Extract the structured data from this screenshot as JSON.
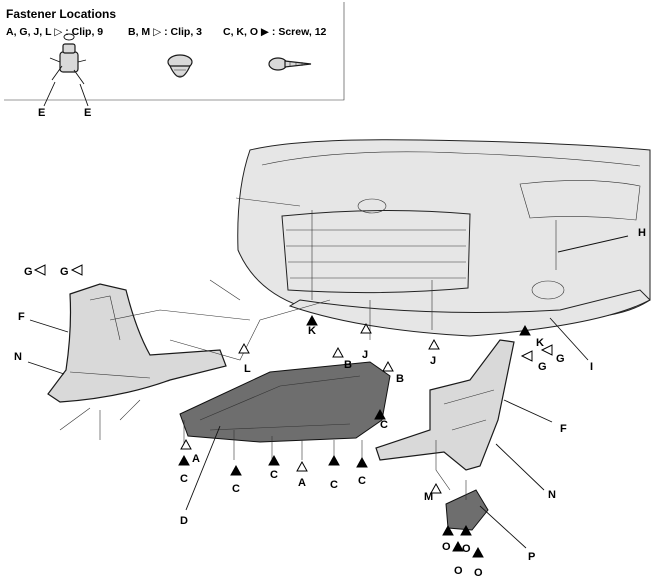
{
  "legend": {
    "title": "Fastener Locations",
    "item_clip9": "A, G, J, L ▷ : Clip, 9",
    "item_clip3": "B, M ▷ : Clip, 3",
    "item_screw": "C, K, O ▶ : Screw, 12",
    "e_label": "E"
  },
  "labels": {
    "A": "A",
    "B": "B",
    "C": "C",
    "D": "D",
    "E": "E",
    "F": "F",
    "G": "G",
    "H": "H",
    "I": "I",
    "J": "J",
    "K": "K",
    "L": "L",
    "M": "M",
    "N": "N",
    "O": "O",
    "P": "P"
  }
}
